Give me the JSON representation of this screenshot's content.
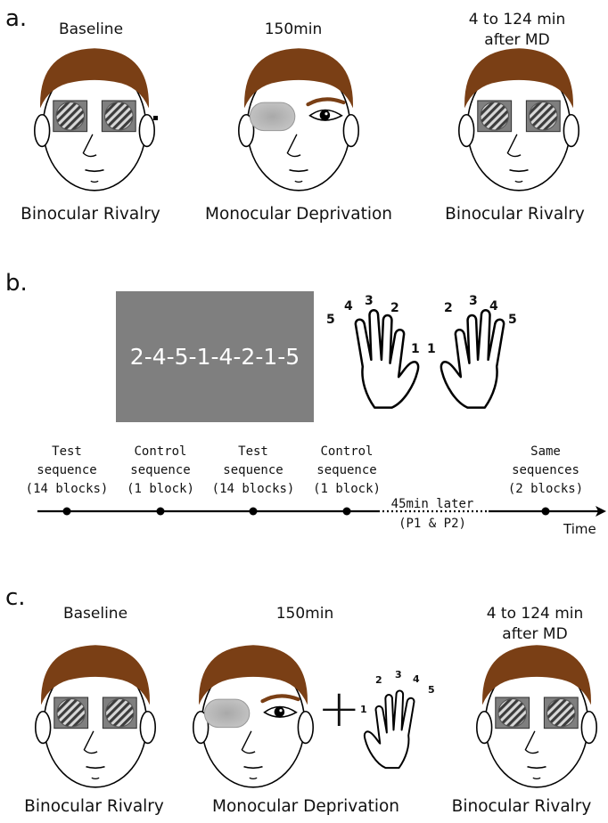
{
  "panels": {
    "a": {
      "label": "a.",
      "conditions": [
        {
          "top": "Baseline",
          "bottom": "Binocular Rivalry"
        },
        {
          "top": "150min",
          "bottom": "Monocular Deprivation"
        },
        {
          "top": "4 to 124 min",
          "top2": "after MD",
          "bottom": "Binocular Rivalry"
        }
      ]
    },
    "b": {
      "label": "b.",
      "sequence": "2-4-5-1-4-2-1-5",
      "left_hand_digits": [
        "5",
        "4",
        "3",
        "2",
        "1"
      ],
      "right_hand_digits": [
        "1",
        "2",
        "3",
        "4",
        "5"
      ],
      "timeline": {
        "events": [
          {
            "line1": "Test",
            "line2": "sequence",
            "line3": "(14 blocks)"
          },
          {
            "line1": "Control",
            "line2": "sequence",
            "line3": "(1 block)"
          },
          {
            "line1": "Test",
            "line2": "sequence",
            "line3": "(14 blocks)"
          },
          {
            "line1": "Control",
            "line2": "sequence",
            "line3": "(1 block)"
          },
          {
            "line1": "Same",
            "line2": "sequences",
            "line3": "(2 blocks)"
          }
        ],
        "gap_label": "45min later",
        "gap_sub": "(P1 & P2)",
        "axis_label": "Time"
      }
    },
    "c": {
      "label": "c.",
      "plus": "+",
      "hand_digits": [
        "1",
        "2",
        "3",
        "4",
        "5"
      ],
      "conditions": [
        {
          "top": "Baseline",
          "bottom": "Binocular Rivalry"
        },
        {
          "top": "150min",
          "bottom": "Monocular Deprivation"
        },
        {
          "top": "4 to 124 min",
          "top2": "after MD",
          "bottom": "Binocular Rivalry"
        }
      ]
    }
  },
  "colors": {
    "hair": "#7a3f15",
    "box": "#7f7f7f",
    "patch": "#b4b4b4",
    "line": "#000000"
  }
}
